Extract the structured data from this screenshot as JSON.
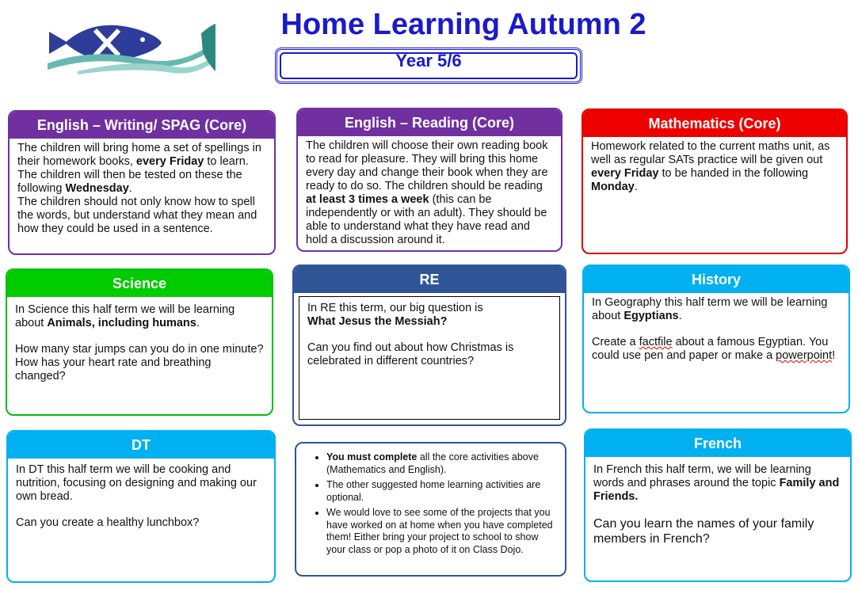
{
  "header": {
    "title": "Home Learning Autumn 2",
    "year": "Year 5/6"
  },
  "cards": {
    "english_writing": {
      "title": "English – Writing/ SPAG (Core)",
      "p1_a": "The children will bring home a set of spellings in their homework books, ",
      "p1_b": "every Friday",
      "p1_c": " to learn.",
      "p2_a": "The children will then be tested on these the following ",
      "p2_b": "Wednesday",
      "p2_c": ".",
      "p3": "The children should not only know how to spell the words, but understand what they mean and how they could be used in a sentence."
    },
    "english_reading": {
      "title": "English – Reading (Core)",
      "a": "The children will choose their own reading book to read for pleasure. They will bring this home every day and change their book when they are ready to do so. The children should be reading ",
      "b": "at least 3 times a week",
      "c": " (this can be independently or with an adult). They should be able to understand what they have read and hold a discussion around it."
    },
    "mathematics": {
      "title": "Mathematics (Core)",
      "a": "Homework related to the current maths unit, as well as regular SATs practice will be given out ",
      "b": "every Friday",
      "c": " to be handed in the following ",
      "d": "Monday",
      "e": "."
    },
    "science": {
      "title": "Science",
      "p1_a": "In Science this half term we will be learning about ",
      "p1_b": "Animals, including humans",
      "p1_c": ".",
      "p2": "How many star jumps can you do in one minute? How has your heart rate and breathing changed?"
    },
    "re": {
      "title": "RE",
      "p1": "In RE this term, our big question is",
      "p1_bold": "What Jesus the Messiah?",
      "p2": "Can you find out about how Christmas is celebrated in different countries?"
    },
    "history": {
      "title": "History",
      "p1_a": "In Geography this half term we will be learning about ",
      "p1_b": "Egyptians",
      "p1_c": ".",
      "p2_a": "Create a ",
      "p2_b": "factfile",
      "p2_c": " about a famous Egyptian. You could use pen and paper or make a ",
      "p2_d": "powerpoint",
      "p2_e": "!"
    },
    "dt": {
      "title": "DT",
      "p1": "In DT this half term we will be cooking and nutrition, focusing on designing and making our own bread.",
      "p2": "Can you create a healthy lunchbox?"
    },
    "french": {
      "title": "French",
      "p1_a": "In French this half term, we will be learning words and phrases around the topic ",
      "p1_b": "Family and Friends.",
      "p2": "Can you learn the names of your family members in French?"
    }
  },
  "notes": {
    "item1_bold": "You must complete",
    "item1_rest": " all the core activities above (Mathematics and English).",
    "item2": "The other suggested home learning activities are optional.",
    "item3": "We would love to see some of the projects that you have worked on at home when you have completed them! Either bring your project to school to show your class or pop a photo of it on Class Dojo."
  },
  "icons": {
    "logo": "fish-waves-logo-icon"
  },
  "colors": {
    "title_blue": "#1a1acc",
    "purple": "#7030a0",
    "red": "#ee0000",
    "green": "#00cc00",
    "navy": "#2f5597",
    "sky": "#00b0f0"
  }
}
